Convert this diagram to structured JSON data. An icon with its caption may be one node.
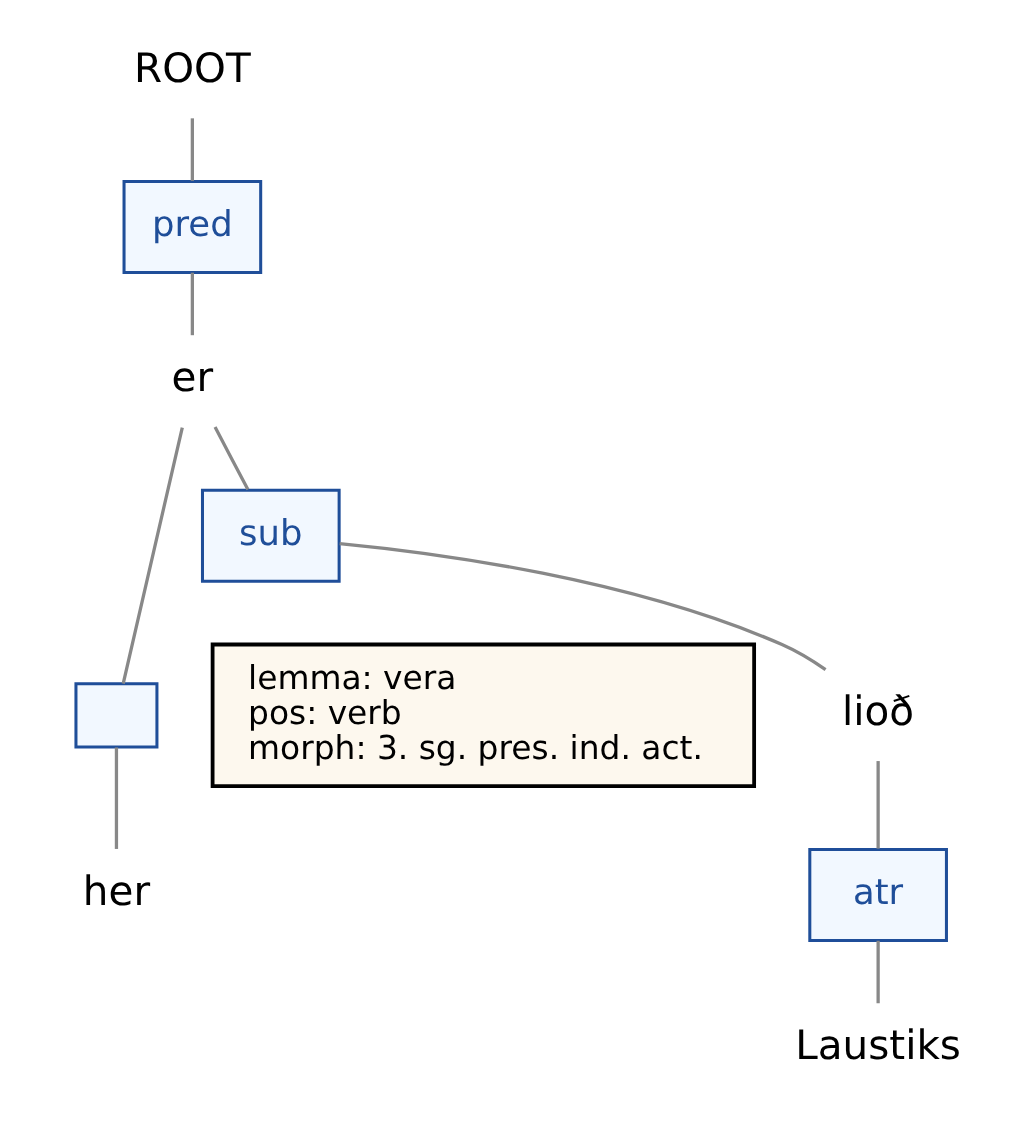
{
  "diagram": {
    "nodes": [
      {
        "text": [
          "ROOT"
        ]
      },
      {
        "text": [
          "pred"
        ]
      },
      {
        "text": [
          "er"
        ]
      },
      {
        "text": [
          "sub"
        ]
      },
      {
        "text": [],
        "shape": "box"
      },
      {
        "text": [
          "lemma: vera",
          "pos: verb",
          "morph: 3. sg. pres. ind. act."
        ]
      },
      {
        "text": [
          "lioð"
        ]
      },
      {
        "text": [
          "her"
        ]
      },
      {
        "text": [
          "atr"
        ]
      },
      {
        "text": [
          "Laustiks"
        ]
      }
    ],
    "edges": [
      {
        "from": 0,
        "to": 1,
        "arrow": "none"
      },
      {
        "from": 1,
        "to": 2,
        "arrow": "none"
      },
      {
        "from": 2,
        "to": 3,
        "arrow": "none"
      },
      {
        "from": 2,
        "to": 4,
        "arrow": "none"
      },
      {
        "from": 3,
        "to": 6,
        "arrow": "none"
      },
      {
        "from": 4,
        "to": 7,
        "arrow": "none"
      },
      {
        "from": 6,
        "to": 8,
        "arrow": "none"
      },
      {
        "from": 8,
        "to": 9,
        "arrow": "none"
      }
    ]
  }
}
